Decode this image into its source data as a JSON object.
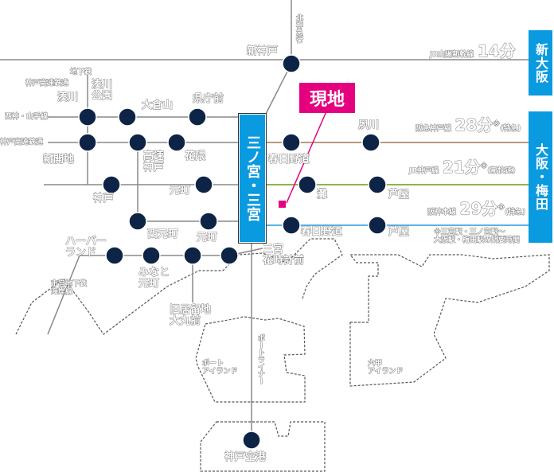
{
  "site": {
    "label": "現地",
    "color": "#e4007f"
  },
  "hub": {
    "label": "三ノ宮・三宮",
    "color": "#0a9ae0"
  },
  "destinations": {
    "shin_osaka": "新大阪",
    "osaka_umeda": "大阪・梅田"
  },
  "routes": {
    "sanyo": {
      "name": "JR山陽新幹線",
      "time": "14分"
    },
    "hankyu": {
      "name": "阪急神戸線",
      "time": "28分",
      "mark": "※",
      "note": "(特急)",
      "color": "#b89a80"
    },
    "jr": {
      "name": "JR神戸線",
      "time": "21分",
      "mark": "※",
      "note": "(新快速)",
      "color": "#8fb44a"
    },
    "hanshin": {
      "name": "阪神本線",
      "time": "29分",
      "mark": "※",
      "note": "(特急)",
      "color": "#5ab4e6"
    }
  },
  "footnote": [
    "※三宮駅・三ノ宮駅～",
    "大阪駅・梅田駅の所要時間"
  ],
  "line_labels": {
    "hokushin": "北神急行",
    "kobe_kosoku1": "神戸高速鉄道",
    "subway": "地下鉄",
    "seishin": "西神・山手線",
    "kobe_kosoku2": "神戸高速鉄道",
    "kaigan": [
      "市営地下鉄",
      "海岸線"
    ],
    "portliner": "ポートライナー"
  },
  "stations": {
    "shinkobe": "新神戸",
    "minatogawa": "湊川",
    "minatogawakoen": [
      "湊川",
      "公園"
    ],
    "okurayama": "大倉山",
    "kenchomae": "県庁前",
    "shinkaichi": "新開地",
    "kosokukobe": [
      "高速",
      "神戸"
    ],
    "hanakuma": "花隈",
    "kasuganomichi_hk": "春日野道",
    "shukugawa": "夙川",
    "kobe": "神戸",
    "motomachi_jr": "元町",
    "nada": "灘",
    "ashiya_jr": "芦屋",
    "nishimotomachi": "西元町",
    "motomachi_hs": "元町",
    "kasuganomichi_hs": "春日野道",
    "ashiya_hs": "芦屋",
    "harborland": [
      "ハーバー",
      "ランド"
    ],
    "minatomotomachi": [
      "みなと",
      "元町"
    ],
    "kyukyoryuchi": [
      "旧居留地",
      "大丸前"
    ],
    "sannomiya_hanadoke": [
      "三宮",
      "花時計前"
    ],
    "kobe_airport": "神戸空港"
  },
  "islands": {
    "port_island": [
      "ポート",
      "アイランド"
    ],
    "rokko_island": [
      "六甲",
      "アイランド"
    ]
  }
}
